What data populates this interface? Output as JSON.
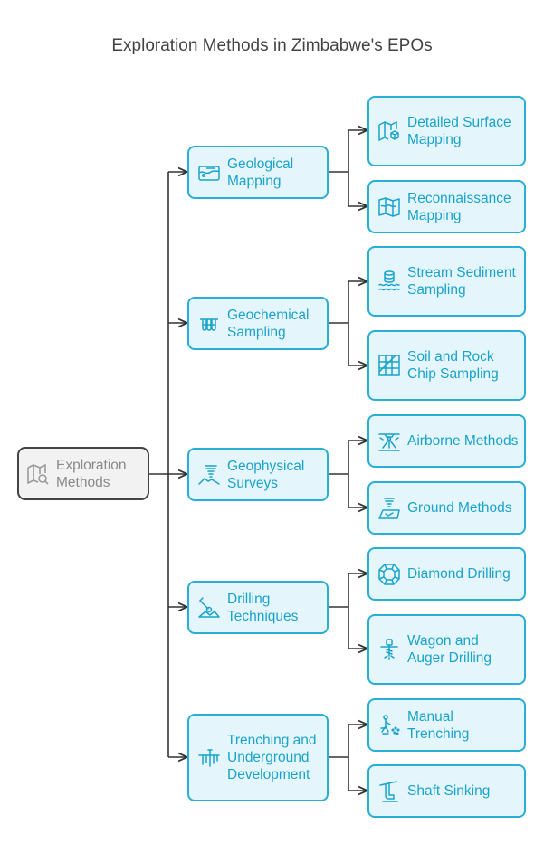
{
  "title": "Exploration Methods in Zimbabwe's EPOs",
  "root": {
    "label": "Exploration Methods",
    "icon": "map-search-icon"
  },
  "categories": [
    {
      "label": "Geological Mapping",
      "icon": "map-layers-icon",
      "children": [
        {
          "label": "Detailed Surface Mapping",
          "icon": "map-cube-icon"
        },
        {
          "label": "Reconnaissance Mapping",
          "icon": "folded-map-icon"
        }
      ]
    },
    {
      "label": "Geochemical Sampling",
      "icon": "test-tubes-icon",
      "children": [
        {
          "label": "Stream Sediment Sampling",
          "icon": "water-stack-icon"
        },
        {
          "label": "Soil and Rock Chip Sampling",
          "icon": "grid-sample-icon"
        }
      ]
    },
    {
      "label": "Geophysical Surveys",
      "icon": "tornado-terrain-icon",
      "children": [
        {
          "label": "Airborne Methods",
          "icon": "aerial-scan-icon"
        },
        {
          "label": "Ground Methods",
          "icon": "ground-scan-icon"
        }
      ]
    },
    {
      "label": "Drilling Techniques",
      "icon": "drill-rig-icon",
      "children": [
        {
          "label": "Diamond Drilling",
          "icon": "diamond-bit-icon"
        },
        {
          "label": "Wagon and Auger Drilling",
          "icon": "auger-drill-icon"
        }
      ]
    },
    {
      "label": "Trenching and Underground Development",
      "icon": "excavator-icon",
      "children": [
        {
          "label": "Manual Trenching",
          "icon": "digging-person-icon"
        },
        {
          "label": "Shaft Sinking",
          "icon": "shaft-icon"
        }
      ]
    }
  ],
  "colors": {
    "accent": "#2aaed3",
    "node_fill": "#e4f6fc",
    "text": "#1aa3cc",
    "line": "#333333",
    "root_border": "#444444",
    "root_text": "#8a8a8a"
  }
}
